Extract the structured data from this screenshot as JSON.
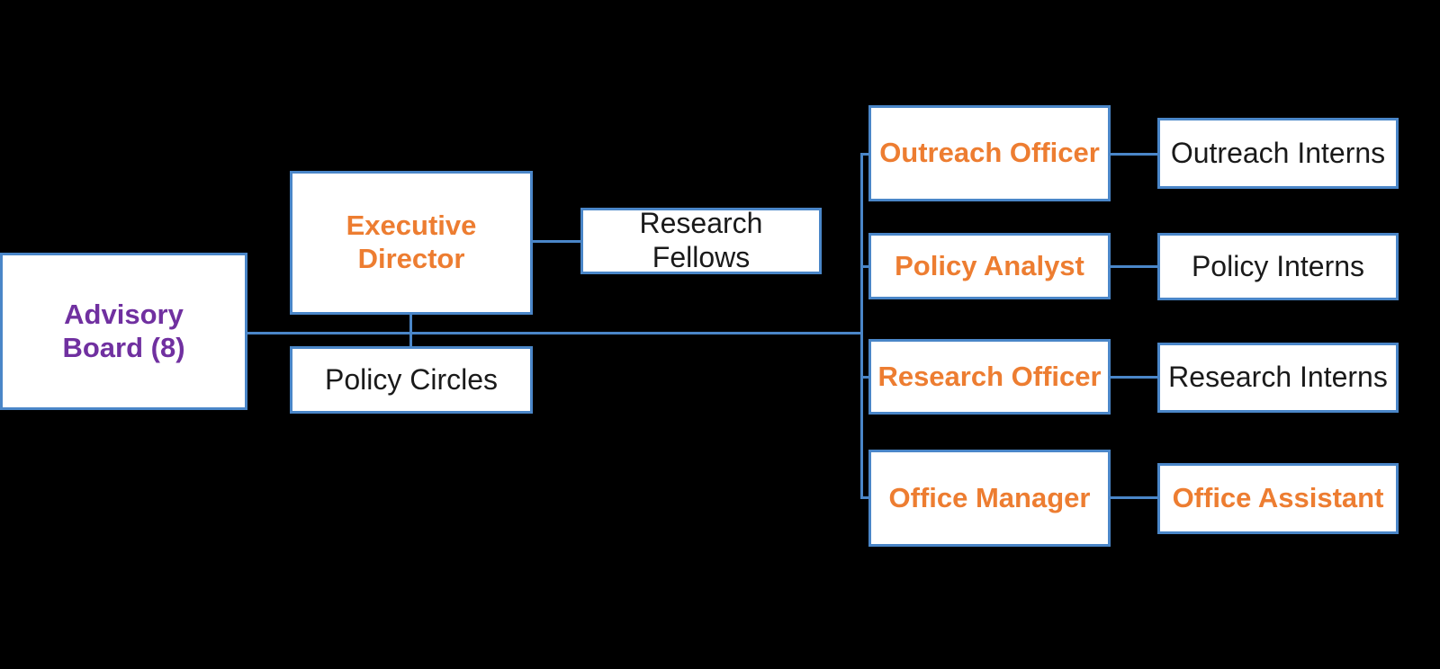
{
  "diagram": {
    "title": "Organizational Chart",
    "background_color": "#000000",
    "box_fill": "#FFFFFF",
    "box_border_color": "#4A86C8",
    "connector_color": "#4A86C8",
    "text_colors": {
      "purple": "#7030A0",
      "orange": "#ED7D31",
      "black": "#1A1A1A"
    }
  },
  "nodes": {
    "advisory_board": {
      "label": "Advisory\nBoard (8)",
      "color": "purple",
      "bold": true
    },
    "executive_director": {
      "label": "Executive\nDirector",
      "color": "orange",
      "bold": true
    },
    "research_fellows": {
      "label": "Research Fellows",
      "color": "black",
      "bold": false
    },
    "policy_circles": {
      "label": "Policy Circles",
      "color": "black",
      "bold": false
    },
    "outreach_officer": {
      "label": "Outreach Officer",
      "color": "orange",
      "bold": true
    },
    "outreach_interns": {
      "label": "Outreach Interns",
      "color": "black",
      "bold": false
    },
    "policy_analyst": {
      "label": "Policy Analyst",
      "color": "orange",
      "bold": true
    },
    "policy_interns": {
      "label": "Policy Interns",
      "color": "black",
      "bold": false
    },
    "research_officer": {
      "label": "Research Officer",
      "color": "orange",
      "bold": true
    },
    "research_interns": {
      "label": "Research Interns",
      "color": "black",
      "bold": false
    },
    "office_manager": {
      "label": "Office Manager",
      "color": "orange",
      "bold": true
    },
    "office_assistant": {
      "label": "Office Assistant",
      "color": "orange",
      "bold": true
    }
  },
  "chart_data": {
    "type": "diagram",
    "subtype": "org-chart",
    "orientation": "left-to-right",
    "levels": [
      {
        "level": 1,
        "nodes": [
          "Advisory Board (8)"
        ]
      },
      {
        "level": 2,
        "nodes": [
          "Executive Director",
          "Research Fellows",
          "Policy Circles"
        ]
      },
      {
        "level": 3,
        "nodes": [
          "Outreach Officer",
          "Policy Analyst",
          "Research Officer",
          "Office Manager"
        ]
      },
      {
        "level": 4,
        "nodes": [
          "Outreach Interns",
          "Policy Interns",
          "Research Interns",
          "Office Assistant"
        ]
      }
    ],
    "edges": [
      {
        "from": "Advisory Board (8)",
        "to": "Executive Director"
      },
      {
        "from": "Advisory Board (8)",
        "to": "Policy Circles"
      },
      {
        "from": "Executive Director",
        "to": "Research Fellows"
      },
      {
        "from": "Advisory Board (8)",
        "to": "Outreach Officer"
      },
      {
        "from": "Advisory Board (8)",
        "to": "Policy Analyst"
      },
      {
        "from": "Advisory Board (8)",
        "to": "Research Officer"
      },
      {
        "from": "Advisory Board (8)",
        "to": "Office Manager"
      },
      {
        "from": "Outreach Officer",
        "to": "Outreach Interns"
      },
      {
        "from": "Policy Analyst",
        "to": "Policy Interns"
      },
      {
        "from": "Research Officer",
        "to": "Research Interns"
      },
      {
        "from": "Office Manager",
        "to": "Office Assistant"
      }
    ]
  }
}
